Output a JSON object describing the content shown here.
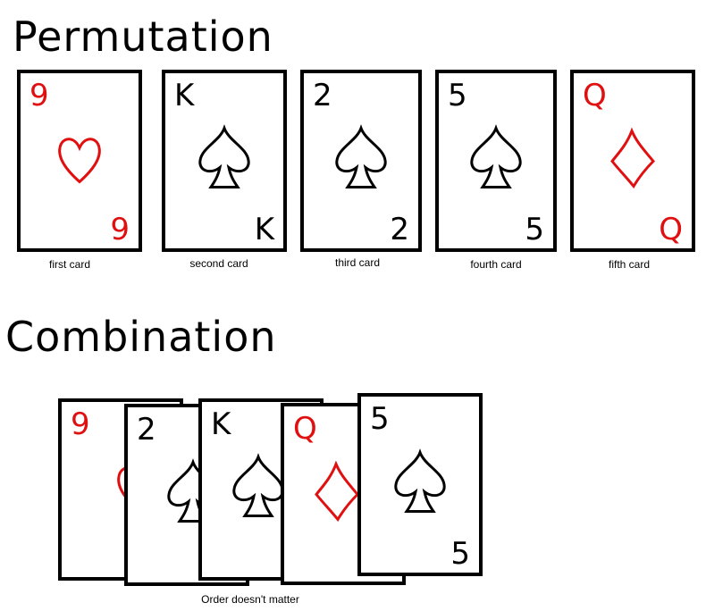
{
  "headings": {
    "permutation": "Permutation",
    "combination": "Combination"
  },
  "permutation_cards": [
    {
      "rank": "9",
      "suit": "heart-icon",
      "color": "#e01010",
      "caption": "first card"
    },
    {
      "rank": "K",
      "suit": "spade-icon",
      "color": "#000000",
      "caption": "second card"
    },
    {
      "rank": "2",
      "suit": "spade-icon",
      "color": "#000000",
      "caption": "third card"
    },
    {
      "rank": "5",
      "suit": "spade-icon",
      "color": "#000000",
      "caption": "fourth card"
    },
    {
      "rank": "Q",
      "suit": "diamond-icon",
      "color": "#e01010",
      "caption": "fifth card"
    }
  ],
  "combination_cards": [
    {
      "rank": "9",
      "suit": "heart-icon",
      "color": "#e01010"
    },
    {
      "rank": "2",
      "suit": "spade-icon",
      "color": "#000000"
    },
    {
      "rank": "K",
      "suit": "spade-icon",
      "color": "#000000"
    },
    {
      "rank": "Q",
      "suit": "diamond-icon",
      "color": "#e01010"
    },
    {
      "rank": "5",
      "suit": "spade-icon",
      "color": "#000000"
    }
  ],
  "combination_caption": "Order doesn't matter"
}
